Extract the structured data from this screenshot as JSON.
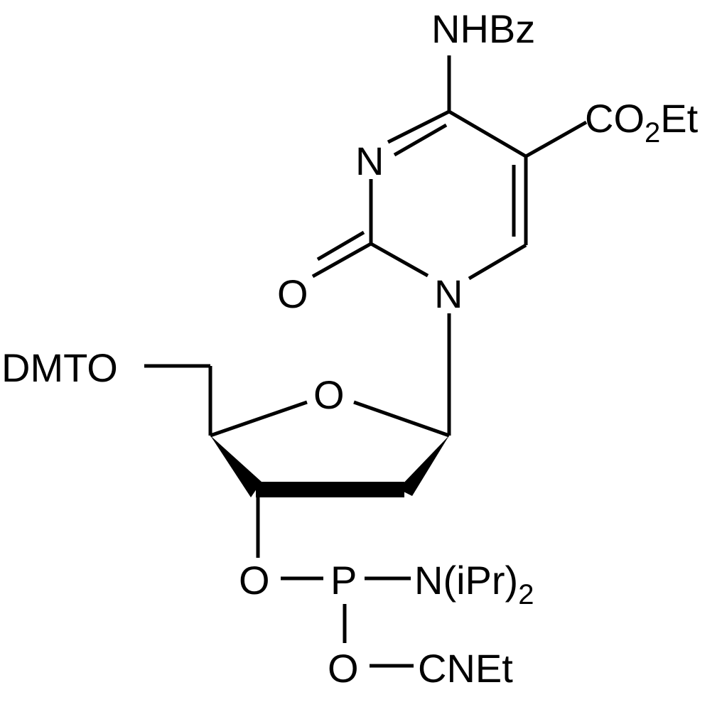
{
  "labels": {
    "nhbz": "NHBz",
    "ester_co": "CO",
    "ester_sub": "2",
    "ester_et": "Et",
    "ring_n3": "N",
    "carbonyl_o": "O",
    "ring_n1": "N",
    "dmto": "DMTO",
    "ring_o": "O",
    "o3": "O",
    "p": "P",
    "amine_n": "N(iPr)",
    "amine_sub": "2",
    "o_cyano": "O",
    "cnet": "CNEt"
  },
  "colors": {
    "ink": "#000000",
    "background": "#ffffff"
  }
}
